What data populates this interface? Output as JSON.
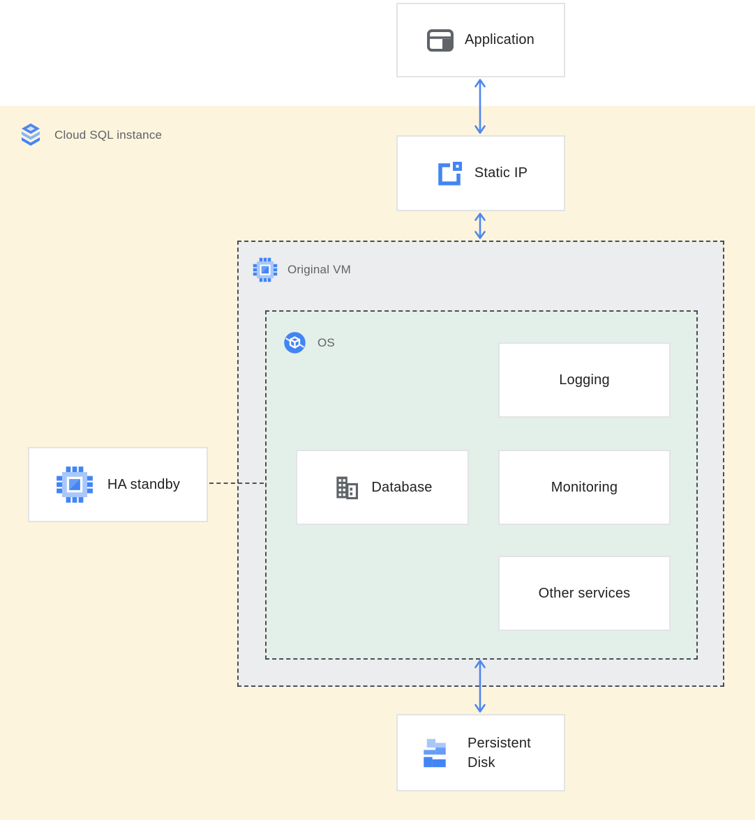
{
  "region": {
    "label": "Cloud SQL instance"
  },
  "nodes": {
    "application": {
      "label": "Application"
    },
    "static_ip": {
      "label": "Static IP"
    },
    "original_vm": {
      "label": "Original VM"
    },
    "os": {
      "label": "OS"
    },
    "logging": {
      "label": "Logging"
    },
    "database": {
      "label": "Database"
    },
    "monitoring": {
      "label": "Monitoring"
    },
    "other_services": {
      "label": "Other services"
    },
    "ha_standby": {
      "label": "HA standby"
    },
    "persistent_disk": {
      "label": "Persistent Disk"
    }
  },
  "icons": {
    "region": "cloud-sql-stack-icon",
    "application": "app-window-icon",
    "static_ip": "external-ip-icon",
    "original_vm": "compute-engine-chip-icon",
    "ha_standby": "compute-engine-chip-icon",
    "os": "os-cube-circle-icon",
    "database": "database-building-icon",
    "persistent_disk": "persistent-disk-icon"
  },
  "connections": [
    {
      "from": "application",
      "to": "static_ip",
      "style": "double-arrow"
    },
    {
      "from": "static_ip",
      "to": "original_vm",
      "style": "double-arrow"
    },
    {
      "from": "os",
      "to": "persistent_disk",
      "style": "double-arrow"
    },
    {
      "from": "ha_standby",
      "to": "os",
      "style": "dashed-line"
    }
  ],
  "colors": {
    "region_background": "#FCF4DC",
    "vm_background": "#ECEDEF",
    "os_background": "#E3F0E9",
    "arrow_blue": "#4F87EE",
    "icon_blue": "#4285F4",
    "icon_blue_medium": "#669DF6",
    "icon_blue_light": "#A8C7FA",
    "icon_gray": "#5F6368",
    "node_border": "#E2E3E5",
    "dashed_border": "#4A4D51",
    "node_text": "#202124",
    "label_text": "#5F6368"
  }
}
